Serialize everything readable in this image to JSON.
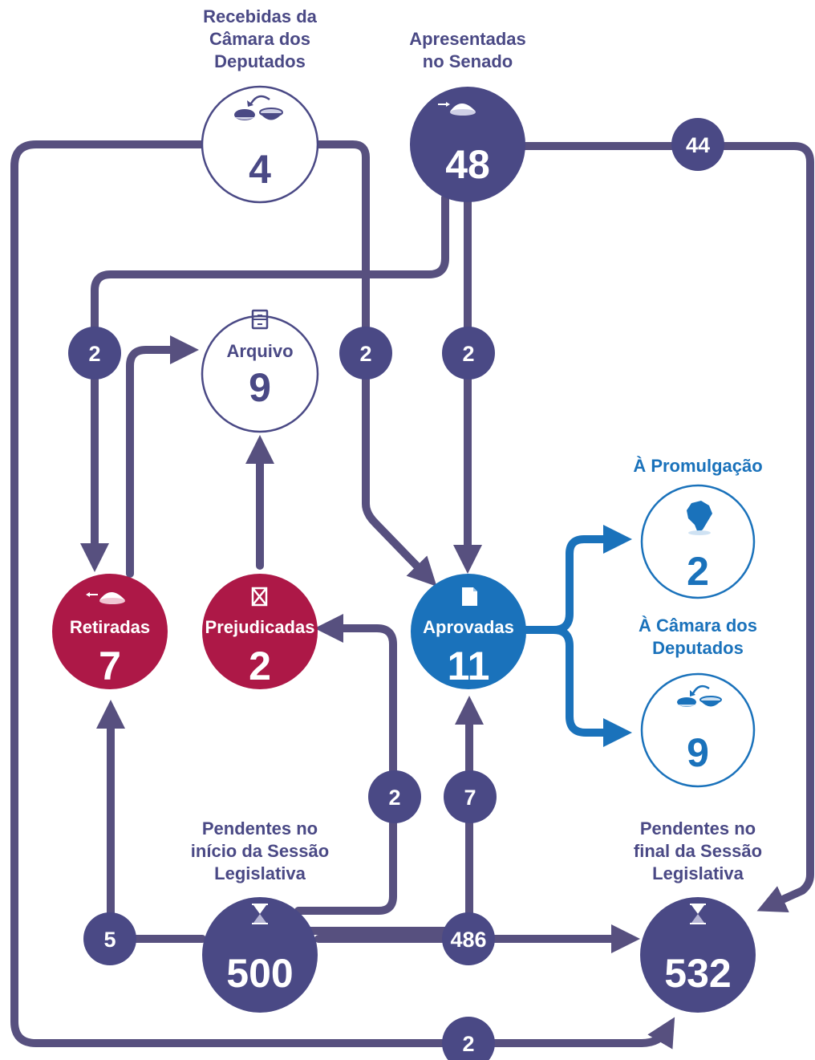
{
  "colors": {
    "purple": "#4a4985",
    "flow": "#57507f",
    "crimson": "#ad1847",
    "blue": "#1a72bb",
    "white": "#ffffff"
  },
  "nodes": {
    "recebidas": {
      "label_lines": [
        "Recebidas da",
        "Câmara dos",
        "Deputados"
      ],
      "value": "4",
      "icon": "chamber-bowls-icon"
    },
    "apresentadas": {
      "label_lines": [
        "Apresentadas",
        "no Senado"
      ],
      "value": "48",
      "icon": "senate-dome-icon"
    },
    "arquivo": {
      "label": "Arquivo",
      "value": "9",
      "icon": "file-cabinet-icon"
    },
    "retiradas": {
      "label": "Retiradas",
      "value": "7",
      "icon": "senate-dome-left-icon"
    },
    "prejudicadas": {
      "label": "Prejudicadas",
      "value": "2",
      "icon": "crossed-document-icon"
    },
    "aprovadas": {
      "label": "Aprovadas",
      "value": "11",
      "icon": "document-icon"
    },
    "promulgacao": {
      "label": "À Promulgação",
      "value": "2",
      "icon": "brazil-map-icon"
    },
    "camara": {
      "label_lines": [
        "À Câmara dos",
        "Deputados"
      ],
      "value": "9",
      "icon": "chamber-bowls-icon"
    },
    "pend_inicio": {
      "label_lines": [
        "Pendentes no",
        "início da Sessão",
        "Legislativa"
      ],
      "value": "500",
      "icon": "hourglass-icon"
    },
    "pend_final": {
      "label_lines": [
        "Pendentes no",
        "final da Sessão",
        "Legislativa"
      ],
      "value": "532",
      "icon": "hourglass-icon"
    }
  },
  "flows": {
    "apres_to_final": "44",
    "apres_to_retiradas": "2",
    "receb_to_aprovadas": "2",
    "apres_to_aprovadas": "2",
    "inicio_to_prejudicadas": "2",
    "inicio_to_aprovadas": "7",
    "inicio_to_retiradas": "5",
    "inicio_to_final": "486",
    "receb_to_final": "2"
  }
}
